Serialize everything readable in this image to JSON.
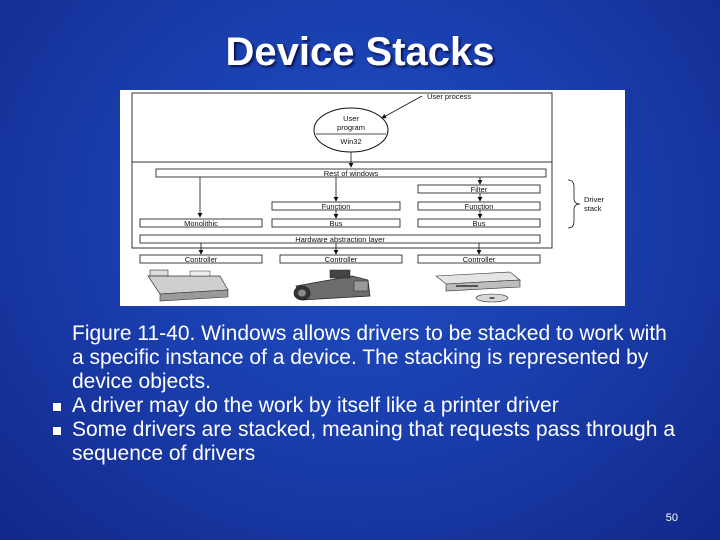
{
  "slide": {
    "title": "Device Stacks",
    "page_number": "50"
  },
  "figure": {
    "user_process": "User process",
    "user_program_line1": "User",
    "user_program_line2": "program",
    "win32": "Win32",
    "rest_of_windows": "Rest of windows",
    "filter": "Filter",
    "function_left": "Function",
    "function_right": "Function",
    "monolithic": "Monolithic",
    "bus_left": "Bus",
    "bus_right": "Bus",
    "hal": "Hardware abstraction layer",
    "controller_1": "Controller",
    "controller_2": "Controller",
    "controller_3": "Controller",
    "driver_stack_line1": "Driver",
    "driver_stack_line2": "stack"
  },
  "body": {
    "paragraphs": [
      "Figure 11-40. Windows allows drivers to be stacked to work with a specific instance of a device. The stacking is represented by device objects.",
      "A driver may do the work by itself like a printer driver",
      "Some drivers are stacked, meaning that requests pass through a sequence of drivers"
    ]
  }
}
